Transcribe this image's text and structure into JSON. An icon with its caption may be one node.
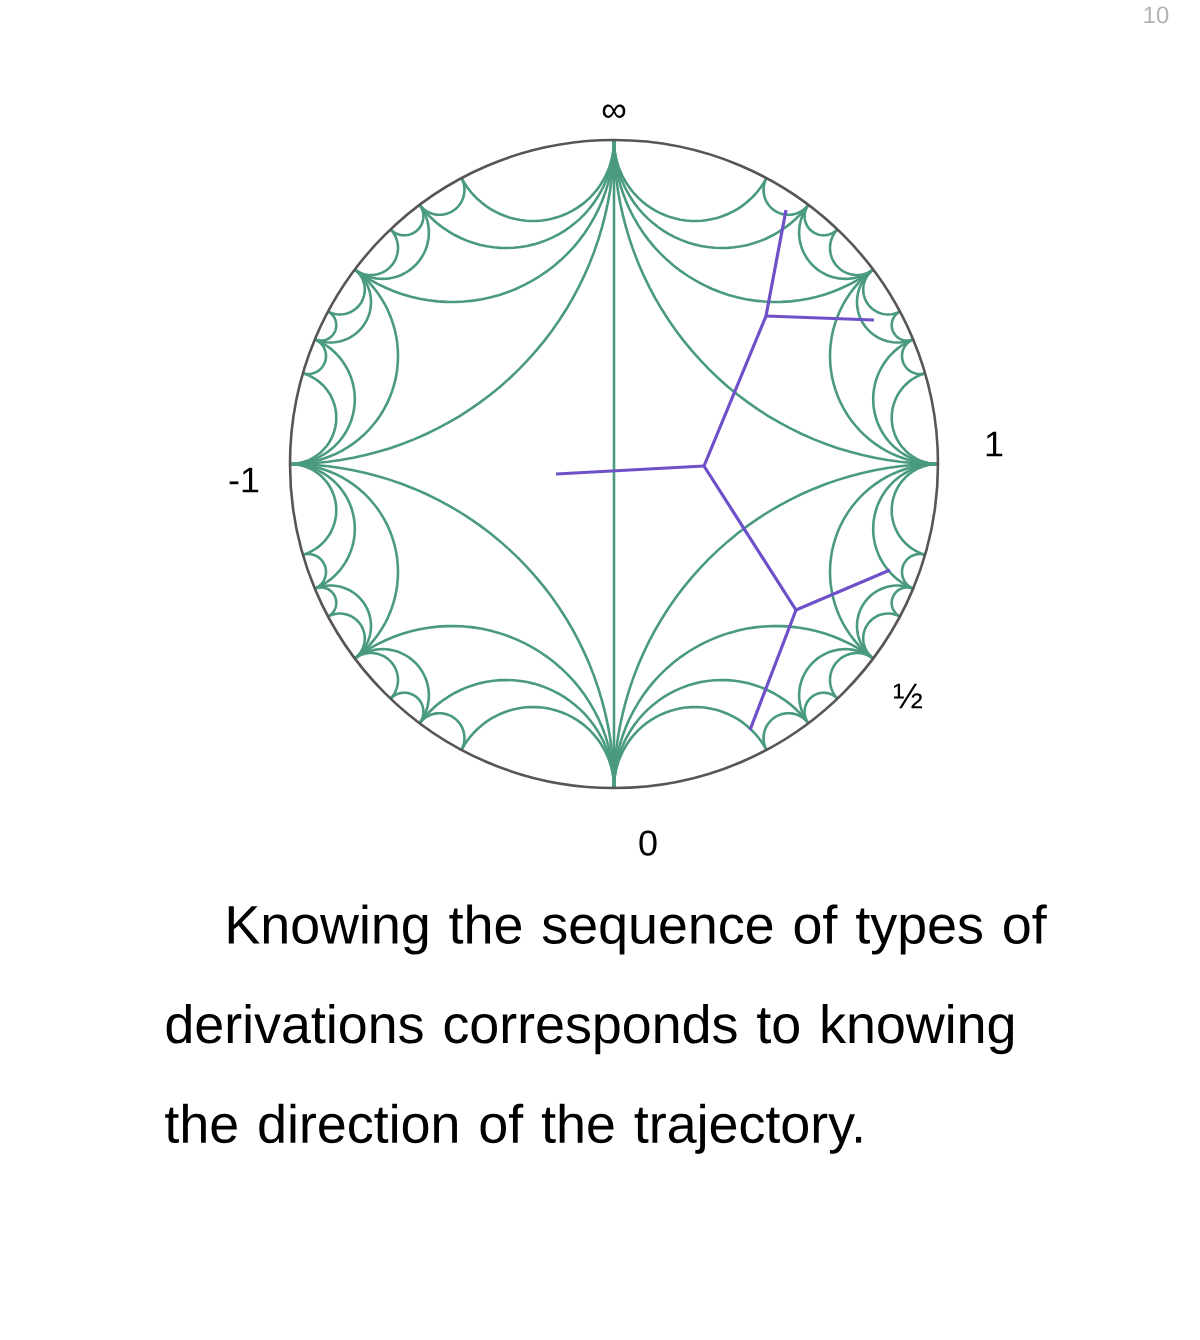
{
  "diagram": {
    "caption": "Knowing the sequence of types of derivations corresponds to knowing the direction of the trajectory.",
    "labels": [
      "10",
      "∞",
      "-1",
      "1",
      "½",
      "0"
    ]
  }
}
